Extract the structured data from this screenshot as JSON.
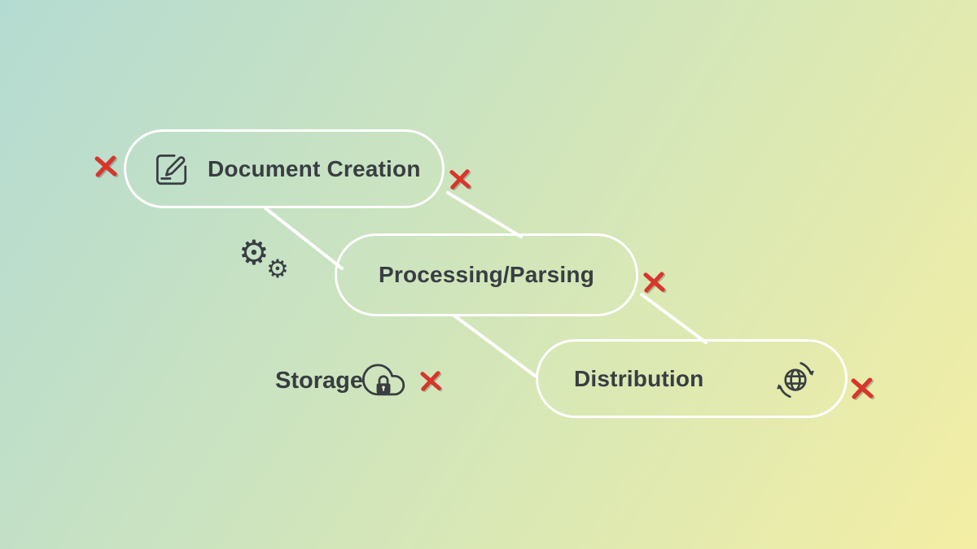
{
  "diagram": {
    "nodes": [
      {
        "label": "Document Creation",
        "icon": "edit-document-icon"
      },
      {
        "label": "Processing/Parsing",
        "icon": ""
      },
      {
        "label": "Distribution",
        "icon": "globe-sync-icon"
      }
    ],
    "storage": {
      "label": "Storage",
      "icon": "cloud-lock-icon"
    },
    "decorations": {
      "gears_icon": "gears-icon",
      "x_marks": [
        "left-of-document-creation",
        "right-of-document-creation",
        "right-of-processing-parsing",
        "right-of-storage",
        "right-of-distribution"
      ]
    }
  },
  "glyphs": {
    "gear_large": "⚙",
    "gear_small": "⚙"
  },
  "colors": {
    "background_top_left": "#b4dbd2",
    "background_mid": "#d9e8b5",
    "background_bottom_right": "#f4eea4",
    "pill_border": "#ffffff",
    "connector_line": "#ffffff",
    "text": "#383e42",
    "icon_stroke": "#383e42",
    "x_mark_red": "#d8352b"
  }
}
